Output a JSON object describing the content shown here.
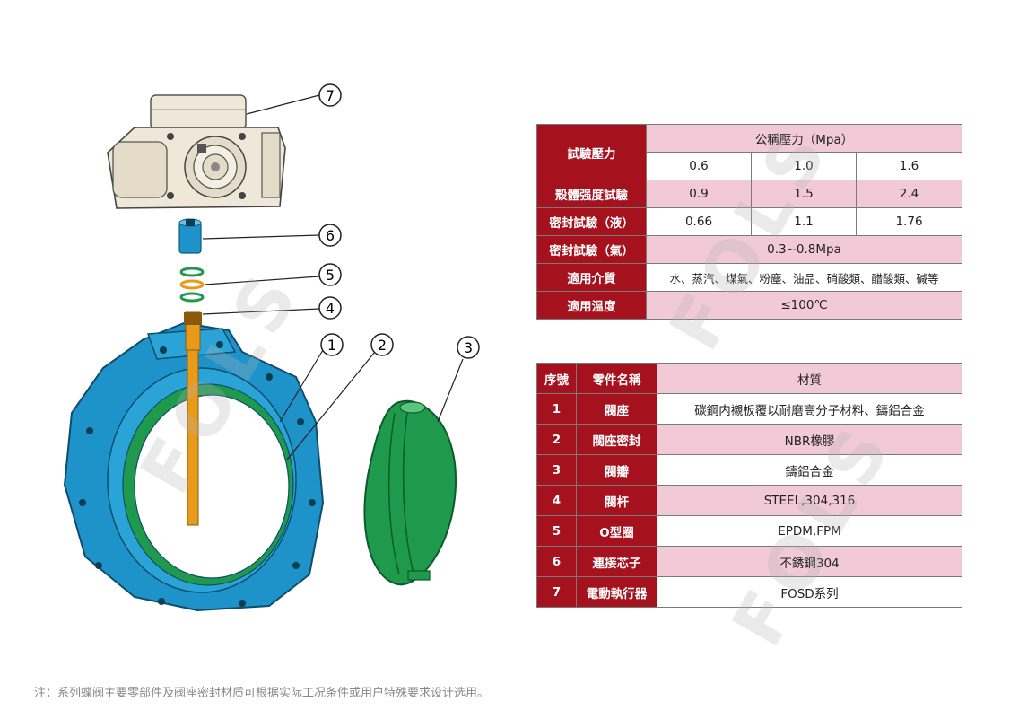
{
  "callouts": [
    "1",
    "2",
    "3",
    "4",
    "5",
    "6",
    "7"
  ],
  "watermark": "FOLS",
  "spec_table": {
    "pressure_label": "試驗壓力",
    "nominal_header": "公稱壓力（Mpa）",
    "pressures": [
      "0.6",
      "1.0",
      "1.6"
    ],
    "shell_label": "殼體强度試驗",
    "shell_values": [
      "0.9",
      "1.5",
      "2.4"
    ],
    "seal_liquid_label": "密封試驗（液）",
    "seal_liquid_values": [
      "0.66",
      "1.1",
      "1.76"
    ],
    "seal_gas_label": "密封試驗（氣）",
    "seal_gas_value": "0.3~0.8Mpa",
    "media_label": "適用介質",
    "media_value": "水、蒸汽、煤氣、粉塵、油品、硝酸類、醋酸類、碱等",
    "temp_label": "適用温度",
    "temp_value": "≤100℃"
  },
  "parts_table": {
    "headers": [
      "序號",
      "零件名稱",
      "材質"
    ],
    "rows": [
      {
        "no": "1",
        "name": "閥座",
        "material": "碳鋼内襯板覆以耐磨高分子材料、鑄鋁合金"
      },
      {
        "no": "2",
        "name": "閥座密封",
        "material": "NBR橡膠"
      },
      {
        "no": "3",
        "name": "閥瓣",
        "material": "鑄鋁合金"
      },
      {
        "no": "4",
        "name": "閥杆",
        "material": "STEEL,304,316"
      },
      {
        "no": "5",
        "name": "O型圈",
        "material": "EPDM,FPM"
      },
      {
        "no": "6",
        "name": "連接芯子",
        "material": "不銹鋼304"
      },
      {
        "no": "7",
        "name": "電動執行器",
        "material": "FOSD系列"
      }
    ]
  },
  "footer_note": "注：系列蝶阀主要零部件及阀座密封材质可根据实际工况条件或用户特殊要求设计选用。",
  "colors": {
    "header_red": "#a5121e",
    "row_pink": "#f2c9d6",
    "body_blue": "#1e93c9",
    "disc_green": "#1f9a4c",
    "stem_yellow": "#e89a1b",
    "actuator": "#efe8d8"
  }
}
